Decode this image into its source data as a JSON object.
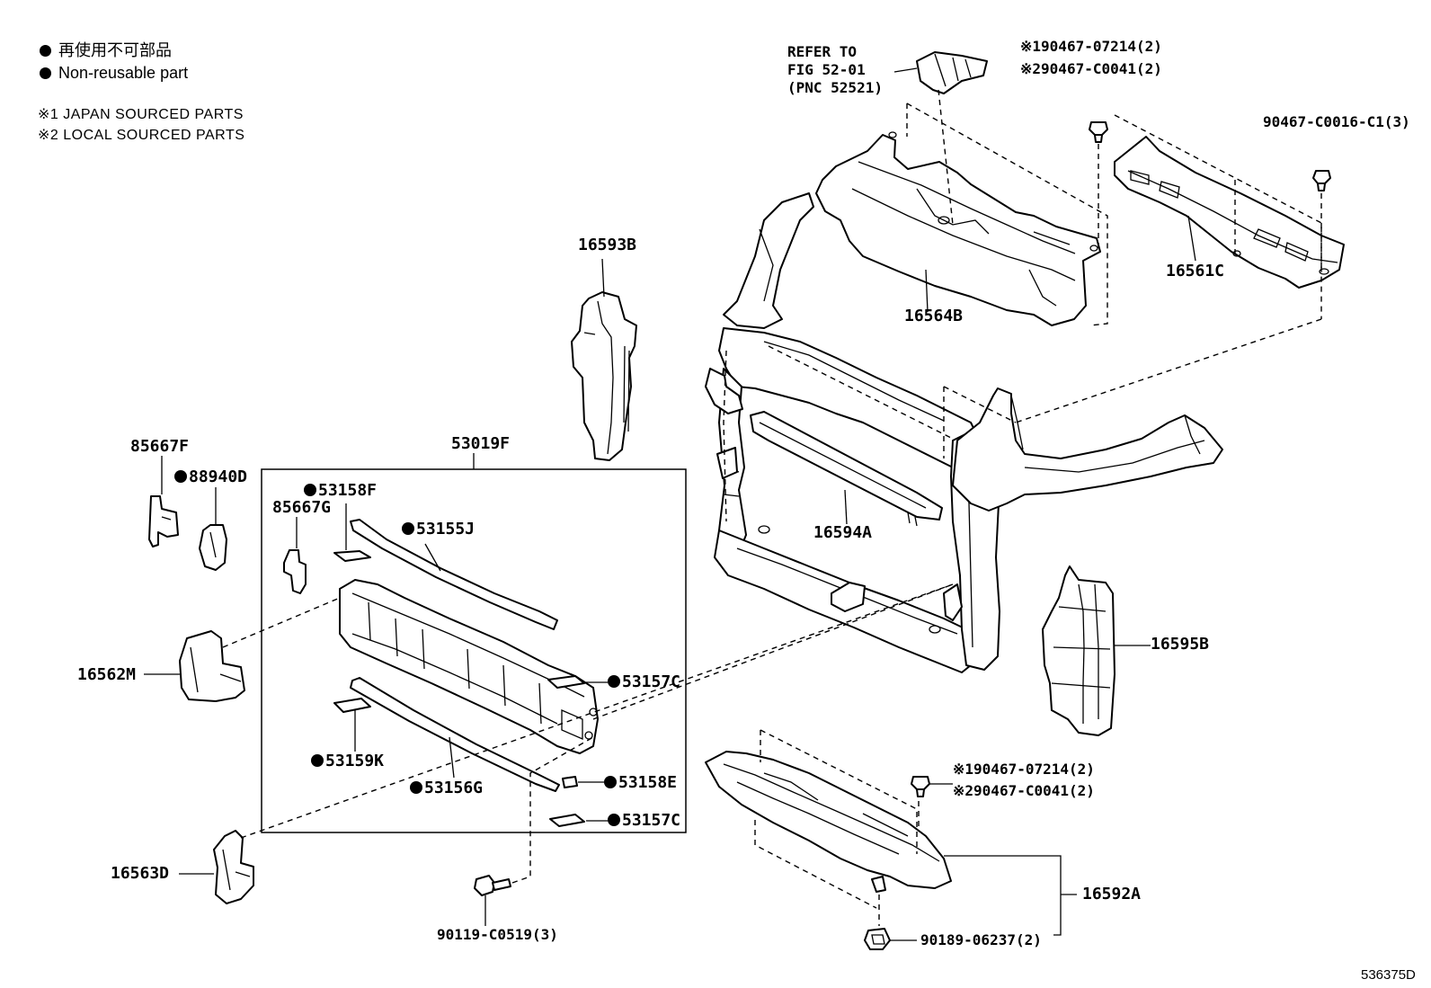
{
  "legend": {
    "non_reusable_jp": "再使用不可部品",
    "non_reusable_en": "Non-reusable part",
    "note_1": "※1 JAPAN SOURCED PARTS",
    "note_2": "※2 LOCAL SOURCED PARTS"
  },
  "refer": {
    "line1": "REFER TO",
    "line2": "FIG 52-01",
    "line3": "(PNC 52521)"
  },
  "labels": {
    "top_clip_1": "※190467-07214(2)",
    "top_clip_2": "※290467-C0041(2)",
    "clip_c1": "90467-C0016-C1(3)",
    "p16564B": "16564B",
    "p16561C": "16561C",
    "p16593B": "16593B",
    "p85667F": "85667F",
    "p88940D": "88940D",
    "p53019F": "53019F",
    "p53158F": "53158F",
    "p85667G": "85667G",
    "p53155J": "53155J",
    "p16594A": "16594A",
    "p16562M": "16562M",
    "p53157C_a": "53157C",
    "p53159K": "53159K",
    "p53156G": "53156G",
    "p53158E": "53158E",
    "p53157C_b": "53157C",
    "p16595B": "16595B",
    "p16563D": "16563D",
    "bot_clip_1": "※190467-07214(2)",
    "bot_clip_2": "※290467-C0041(2)",
    "p16592A": "16592A",
    "bolt": "90119-C0519(3)",
    "nut": "90189-06237(2)",
    "figure_id": "536375D"
  }
}
